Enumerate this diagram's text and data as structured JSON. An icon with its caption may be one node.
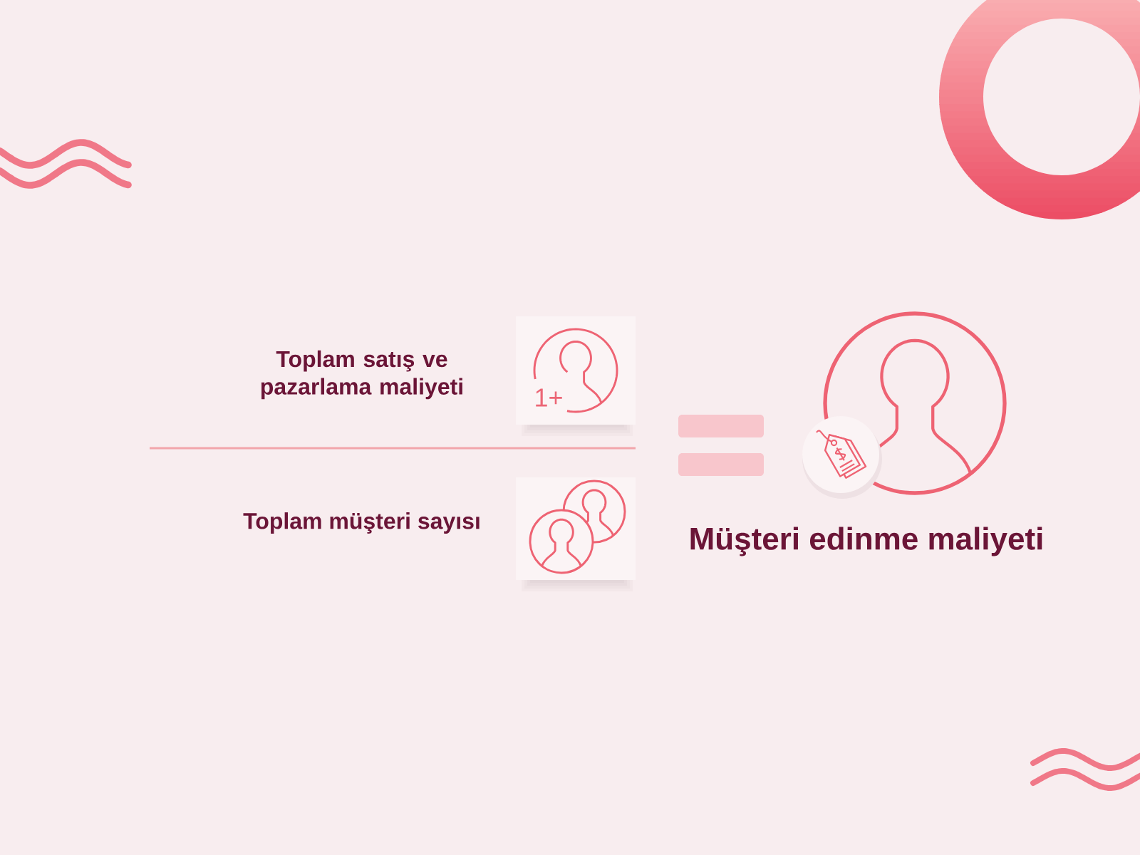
{
  "diagram": {
    "labels": [
      "Toplam satış ve pazarlama maliyeti",
      "1+",
      "Toplam müşteri sayısı",
      "Müşteri edinme maliyeti"
    ]
  }
}
